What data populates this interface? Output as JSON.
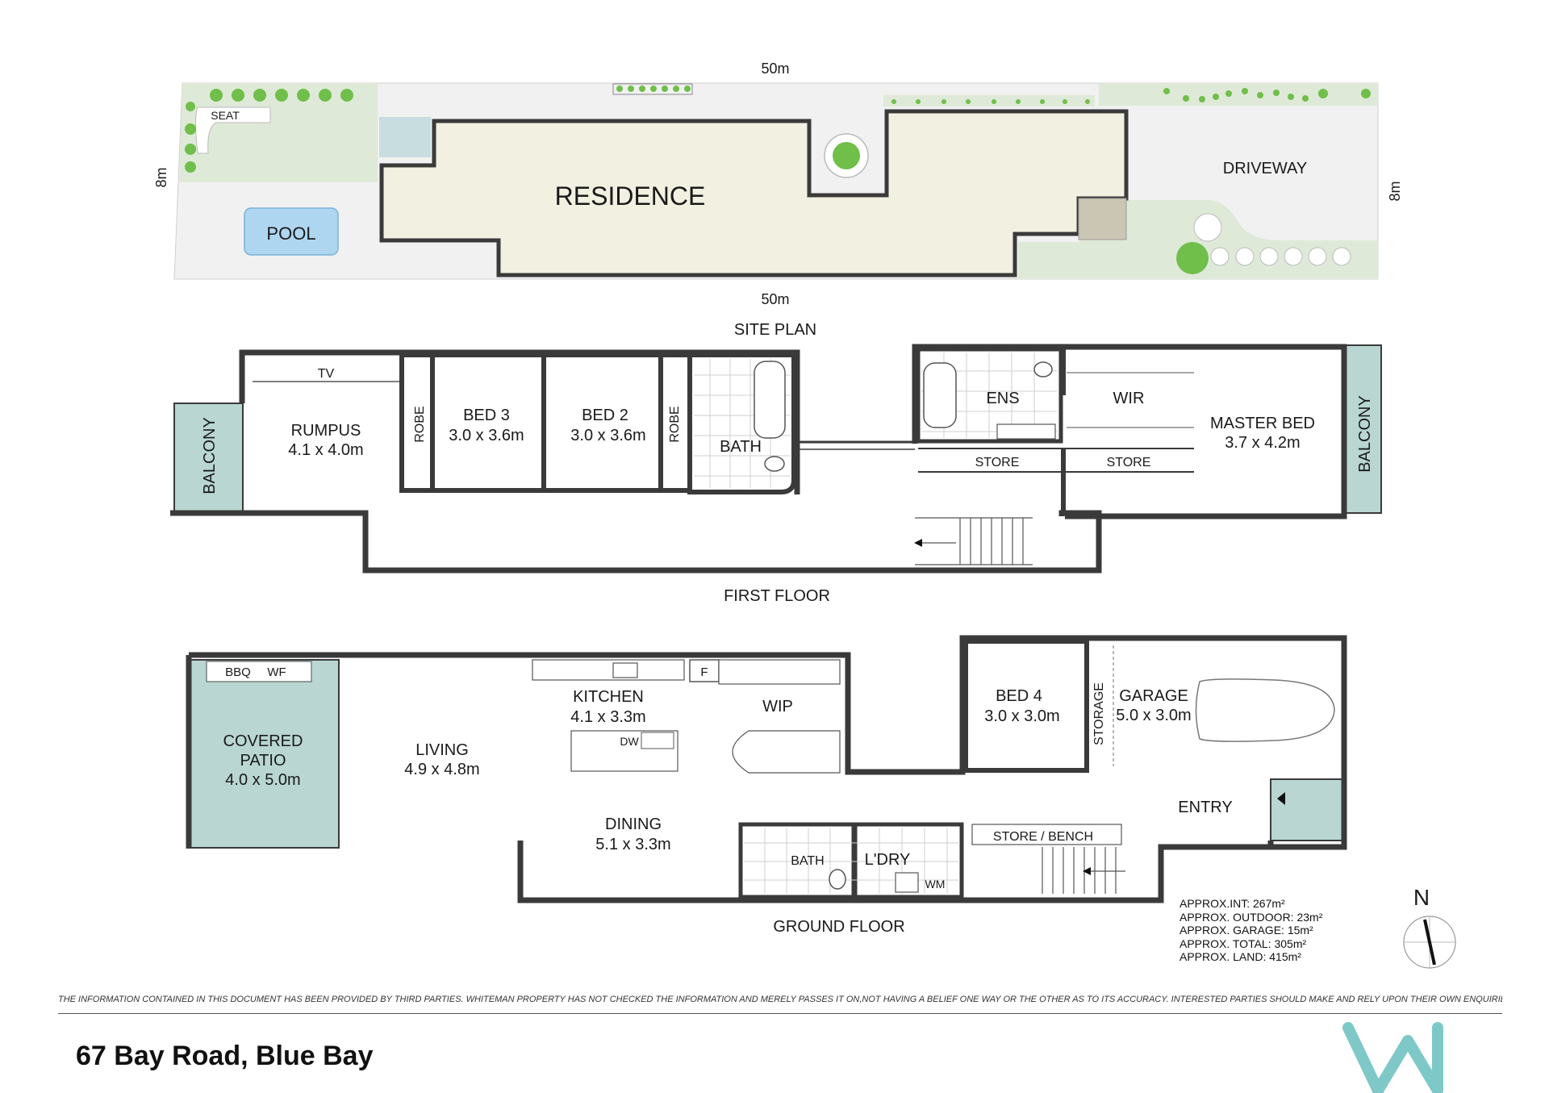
{
  "site_plan": {
    "title": "SITE PLAN",
    "dims": {
      "top": "50m",
      "bottom": "50m",
      "left": "8m",
      "right": "8m"
    },
    "labels": {
      "residence": "RESIDENCE",
      "pool": "POOL",
      "seat": "SEAT",
      "driveway": "DRIVEWAY"
    }
  },
  "first_floor": {
    "title": "FIRST FLOOR",
    "rooms": {
      "tv": "TV",
      "rumpus": "RUMPUS",
      "rumpus_dim": "4.1 x 4.0m",
      "robe_1": "ROBE",
      "bed3": "BED 3",
      "bed3_dim": "3.0 x 3.6m",
      "bed2": "BED 2",
      "bed2_dim": "3.0 x 3.6m",
      "robe_2": "ROBE",
      "bath": "BATH",
      "balcony_left": "BALCONY",
      "ens": "ENS",
      "wir": "WIR",
      "store_1": "STORE",
      "store_2": "STORE",
      "master": "MASTER BED",
      "master_dim": "3.7 x 4.2m",
      "balcony_right": "BALCONY"
    }
  },
  "ground_floor": {
    "title": "GROUND FLOOR",
    "rooms": {
      "bbq": "BBQ",
      "wf": "WF",
      "patio_1": "COVERED",
      "patio_2": "PATIO",
      "patio_dim": "4.0 x 5.0m",
      "living": "LIVING",
      "living_dim": "4.9 x 4.8m",
      "kitchen": "KITCHEN",
      "kitchen_dim": "4.1 x 3.3m",
      "f": "F",
      "dw": "DW",
      "wip": "WIP",
      "dining": "DINING",
      "dining_dim": "5.1 x 3.3m",
      "bath": "BATH",
      "ldry": "L'DRY",
      "wm": "WM",
      "store_bench": "STORE / BENCH",
      "bed4": "BED 4",
      "bed4_dim": "3.0 x 3.0m",
      "storage": "STORAGE",
      "garage": "GARAGE",
      "garage_dim": "5.0 x 3.0m",
      "entry": "ENTRY"
    }
  },
  "areas": [
    "APPROX.INT: 267m²",
    "APPROX. OUTDOOR: 23m²",
    "APPROX. GARAGE: 15m²",
    "APPROX. TOTAL: 305m²",
    "APPROX. LAND: 415m²"
  ],
  "compass": "N",
  "disclaimer": "THE INFORMATION CONTAINED IN THIS DOCUMENT HAS BEEN PROVIDED BY THIRD PARTIES. WHITEMAN PROPERTY HAS NOT CHECKED THE INFORMATION AND MERELY PASSES IT ON,NOT HAVING A BELIEF ONE WAY OR THE OTHER AS TO ITS ACCURACY. INTERESTED PARTIES SHOULD MAKE AND RELY UPON THEIR OWN ENQUIRIES.",
  "address": "67 Bay Road, Blue Bay",
  "colors": {
    "wall": "#3a3a3a",
    "residence": "#f2f0e1",
    "garden": "#dfe9d8",
    "paving": "#f1f1f1",
    "pool": "#aed6f1",
    "outdoor": "#b9d6d2",
    "logo": "#7ec8c8"
  }
}
